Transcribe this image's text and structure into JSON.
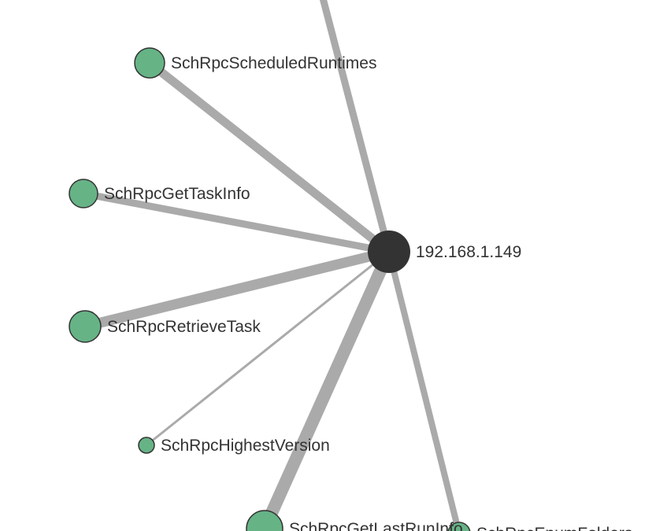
{
  "graph": {
    "center": {
      "label": "192.168.1.149",
      "color": "#333333"
    },
    "node_color": "#66b386",
    "node_stroke": "#333333",
    "edge_color": "#aaaaaa",
    "nodes": [
      {
        "id": "n0",
        "label": "SchRpcScheduledRuntimes"
      },
      {
        "id": "n1",
        "label": "SchRpcGetTaskInfo"
      },
      {
        "id": "n2",
        "label": "SchRpcRetrieveTask"
      },
      {
        "id": "n3",
        "label": "SchRpcHighestVersion"
      },
      {
        "id": "n4",
        "label": "SchRpcGetLastRunInfo"
      },
      {
        "id": "n5",
        "label": "SchRpcEnumFolders"
      }
    ]
  }
}
